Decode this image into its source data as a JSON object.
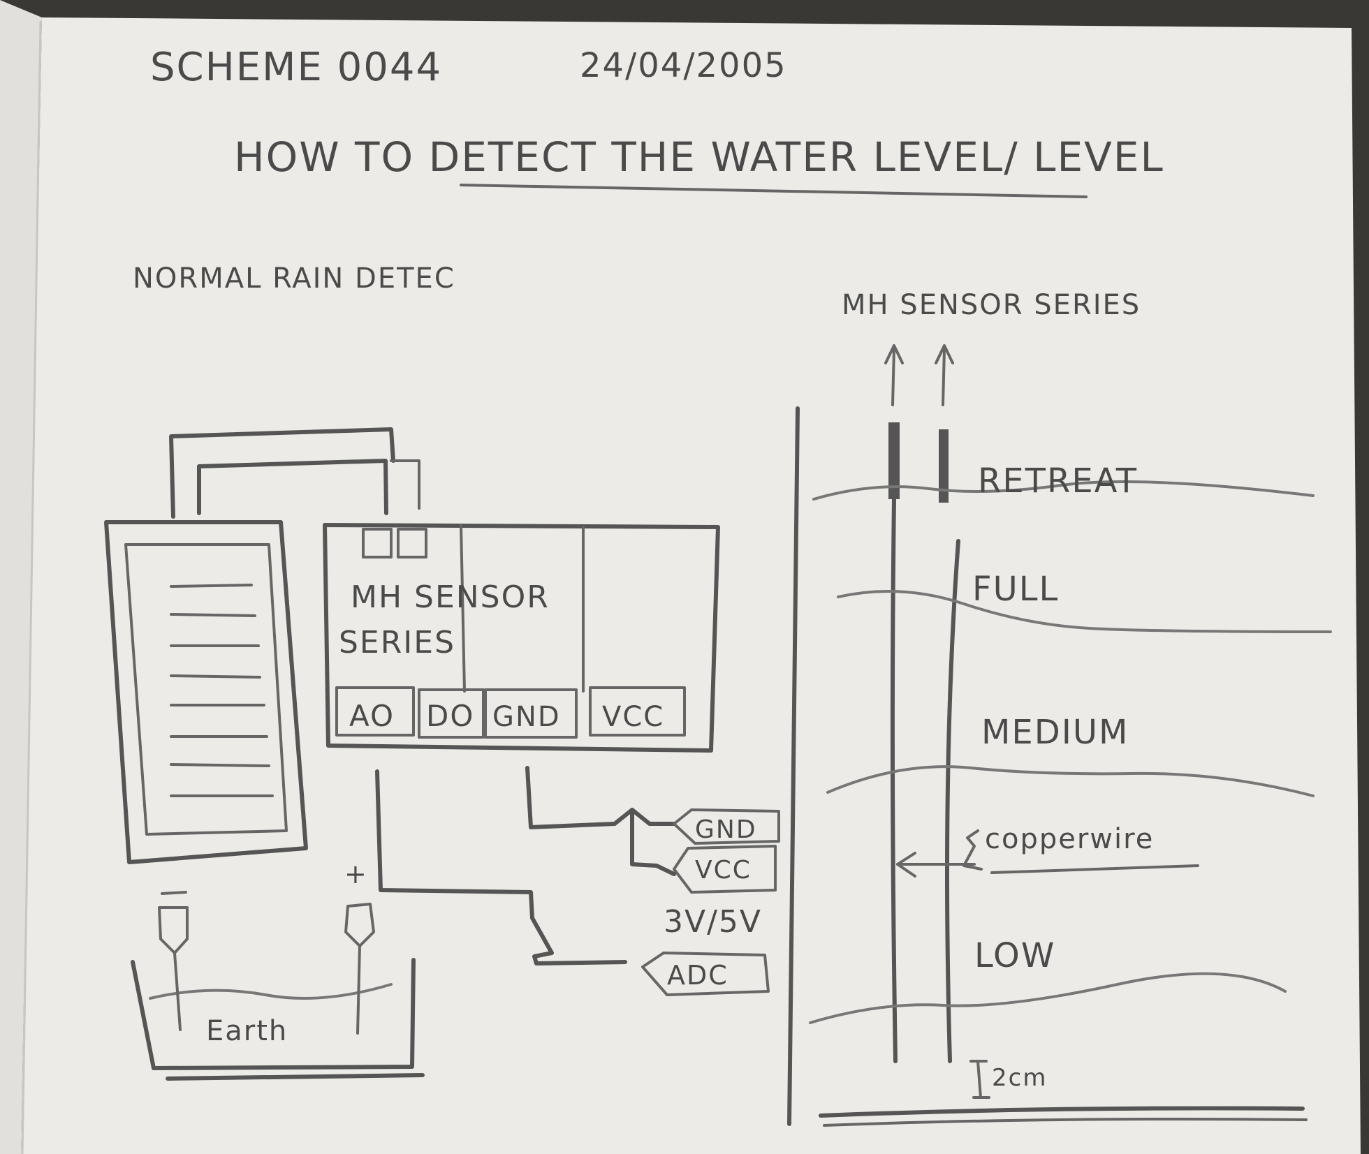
{
  "header": {
    "scheme": "SCHEME 0044",
    "date": "24/04/2005",
    "title": "HOW TO DETECT THE WATER LEVEL/ LEVEL"
  },
  "left_diagram": {
    "heading": "NORMAL RAIN DETEC",
    "module_label_line1": "MH SENSOR",
    "module_label_line2": "SERIES",
    "pins": [
      "AO",
      "DO",
      "GND",
      "VCC"
    ],
    "tag_gnd": "GND",
    "tag_vcc": "VCC",
    "voltage": "3V/5V",
    "tag_adc": "ADC",
    "plus_sign": "+",
    "probe_minus": "-",
    "tank_label": "Earth"
  },
  "right_diagram": {
    "heading": "MH SENSOR SERIES",
    "levels": [
      "RETREAT",
      "FULL",
      "MEDIUM",
      "LOW"
    ],
    "wire_label": "copperwire",
    "spacing_label": "2cm"
  }
}
